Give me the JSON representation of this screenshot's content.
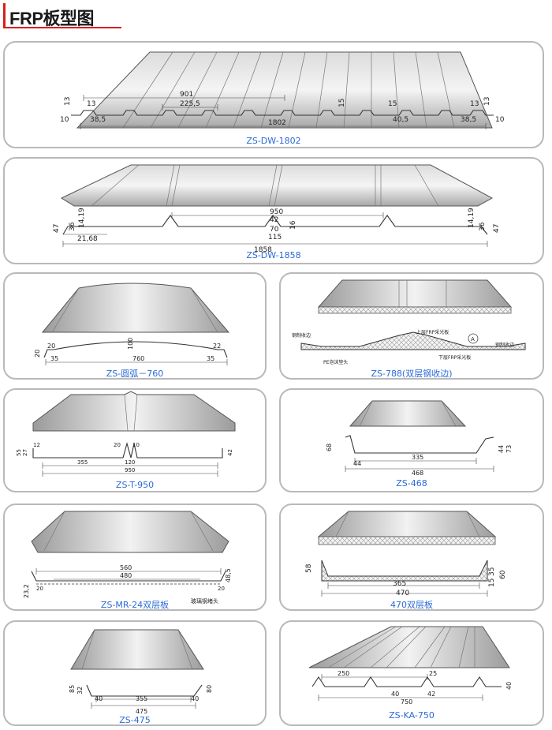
{
  "page_title": "FRP板型图",
  "colors": {
    "accent": "#d62020",
    "caption": "#2a6ad8",
    "panel_border": "#b9b9b9"
  },
  "panels": [
    {
      "id": "dw1802",
      "caption": "ZS-DW-1802",
      "dims": {
        "d901": "901",
        "d225": "225,5",
        "d13a": "13",
        "d13b": "13",
        "d13c": "13",
        "d13d": "13",
        "d10a": "10",
        "d10b": "10",
        "d385a": "38,5",
        "d385b": "38,5",
        "d15a": "15",
        "d15b": "15",
        "d405": "40,5",
        "d1802": "1802"
      }
    },
    {
      "id": "dw1858",
      "caption": "ZS-DW-1858",
      "dims": {
        "d950": "950",
        "d42": "42",
        "d70": "70",
        "d115": "115",
        "d16": "16",
        "d1858": "1858",
        "d47a": "47",
        "d47b": "47",
        "d36a": "36",
        "d36b": "36",
        "d1419a": "14,19",
        "d1419b": "14,19",
        "d2168": "21,68"
      }
    },
    {
      "id": "arc760",
      "caption": "ZS-圆弧－760",
      "dims": {
        "d20a": "20",
        "d20b": "20",
        "d100": "100",
        "d22": "22",
        "d35a": "35",
        "d35b": "35",
        "d760": "760"
      }
    },
    {
      "id": "z788",
      "caption": "ZS-788(双层钢收边)",
      "labels": {
        "l1": "钢制收边",
        "l2": "上层FRP采光板",
        "l3": "PE泡沫垫头",
        "l4": "下层FRP采光板",
        "l5": "钢制收边",
        "l6": "A"
      }
    },
    {
      "id": "t950",
      "caption": "ZS-T-950",
      "dims": {
        "d12": "12",
        "d55": "55",
        "d27": "27",
        "d20": "20",
        "d10": "10",
        "d355": "355",
        "d120": "120",
        "d950": "950",
        "d42": "42"
      }
    },
    {
      "id": "z468",
      "caption": "ZS-468",
      "dims": {
        "d68": "68",
        "d44a": "44",
        "d335": "335",
        "d468": "468",
        "d44b": "44",
        "d73": "73"
      }
    },
    {
      "id": "mr24",
      "caption": "ZS-MR-24双层板",
      "dims": {
        "d560": "560",
        "d480": "480",
        "d485": "48,5",
        "d232": "23,2",
        "d20a": "20",
        "d20b": "20"
      },
      "labels": {
        "l1": "玻璃钢堵头"
      }
    },
    {
      "id": "z470",
      "caption": "470双层板",
      "dims": {
        "d58": "58",
        "d35": "35",
        "d15": "15",
        "d60": "60",
        "d365": "365",
        "d470": "470"
      }
    },
    {
      "id": "z475",
      "caption": "ZS-475",
      "dims": {
        "d85": "85",
        "d32": "32",
        "d40a": "40",
        "d355": "355",
        "d475": "475",
        "d40b": "40",
        "d80": "80"
      }
    },
    {
      "id": "ka750",
      "caption": "ZS-KA-750",
      "dims": {
        "d250": "250",
        "d25": "25",
        "d40a": "40",
        "d750": "750",
        "d42": "42",
        "d40b": "40"
      }
    }
  ]
}
